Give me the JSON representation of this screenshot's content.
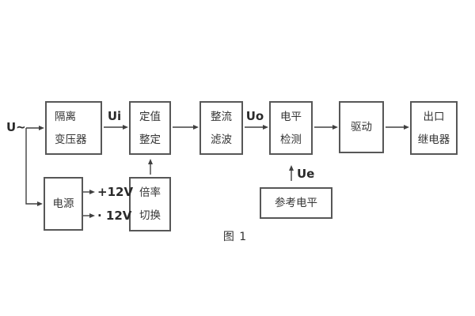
{
  "figure_caption": "图 1",
  "signal_labels": {
    "input": "U~",
    "ui": "Ui",
    "uo": "Uo",
    "ue": "Ue",
    "rail_positive": "+12V",
    "rail_negative": "· 12V"
  },
  "blocks": {
    "isolation_transformer": {
      "line1": "隔离",
      "line2": "变压器"
    },
    "value_setting": {
      "line1": "定值",
      "line2": "整定"
    },
    "rectifier_filter": {
      "line1": "整流",
      "line2": "滤波"
    },
    "level_detection": {
      "line1": "电平",
      "line2": "检测"
    },
    "driver": {
      "line1": "驱动"
    },
    "output_relay": {
      "line1": "出口",
      "line2": "继电器"
    },
    "power_supply": {
      "line1": "电源"
    },
    "ratio_switch": {
      "line1": "倍率",
      "line2": "切换"
    },
    "reference_level": {
      "line1": "参考电平"
    }
  },
  "colors": {
    "line": "#404040",
    "border": "#575757",
    "text": "#333333",
    "background": "#ffffff"
  }
}
